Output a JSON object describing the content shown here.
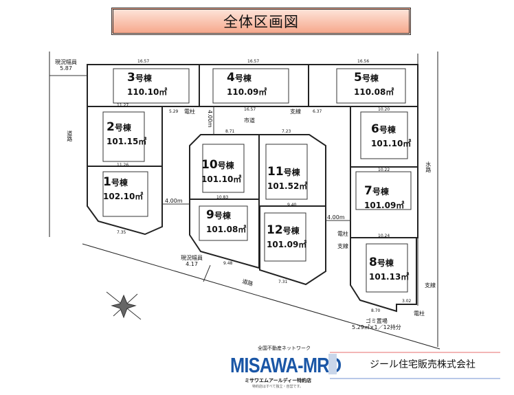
{
  "title": "全体区画図",
  "lots": [
    {
      "name": "1",
      "suffix": "号棟",
      "area": "102.10㎡"
    },
    {
      "name": "2",
      "suffix": "号棟",
      "area": "101.15㎡"
    },
    {
      "name": "3",
      "suffix": "号棟",
      "area": "110.10㎡"
    },
    {
      "name": "4",
      "suffix": "号棟",
      "area": "110.09㎡"
    },
    {
      "name": "5",
      "suffix": "号棟",
      "area": "110.08㎡"
    },
    {
      "name": "6",
      "suffix": "号棟",
      "area": "101.10㎡"
    },
    {
      "name": "7",
      "suffix": "号棟",
      "area": "101.09㎡"
    },
    {
      "name": "8",
      "suffix": "号棟",
      "area": "101.13㎡"
    },
    {
      "name": "9",
      "suffix": "号棟",
      "area": "101.08㎡"
    },
    {
      "name": "10",
      "suffix": "号棟",
      "area": "101.10㎡"
    },
    {
      "name": "11",
      "suffix": "号棟",
      "area": "101.52㎡"
    },
    {
      "name": "12",
      "suffix": "号棟",
      "area": "101.09㎡"
    }
  ],
  "labels": {
    "road_width_top_label": "現況幅員",
    "road_width_top": "5.87",
    "road_width_bottom_label": "現況幅員",
    "road_width_bottom": "4.17",
    "road_left": "道路",
    "road_bottom": "道路",
    "city_road": "市道",
    "waterway": "水路",
    "lane_1": "4.00m",
    "lane_2": "4.00m",
    "lane_3": "4.00m",
    "pole": "電柱",
    "support": "支線",
    "garbage": "ゴミ置場",
    "garbage_detail": "5.29㎡×1／12持分"
  },
  "dims": [
    "16.57",
    "16.57",
    "16.56",
    "11.27",
    "11.26",
    "16.57",
    "8.71",
    "7.23",
    "10.20",
    "10.22",
    "10.83",
    "9.40",
    "10.24",
    "7.35",
    "9.48",
    "7.31",
    "8.70",
    "3.02",
    "5.29",
    "6.37"
  ],
  "footer": {
    "network": "全国不動産ネットワーク",
    "brand": "MISAWA-MRD",
    "store": "ミサワエムアールディー特約店",
    "store_note": "特約店はすべて独立・自営です。",
    "company": "ジール住宅販売株式会社"
  },
  "colors": {
    "title_bg_top": "#fde3d8",
    "title_bg_bottom": "#f6a88c",
    "brand_blue": "#1a56a6"
  }
}
